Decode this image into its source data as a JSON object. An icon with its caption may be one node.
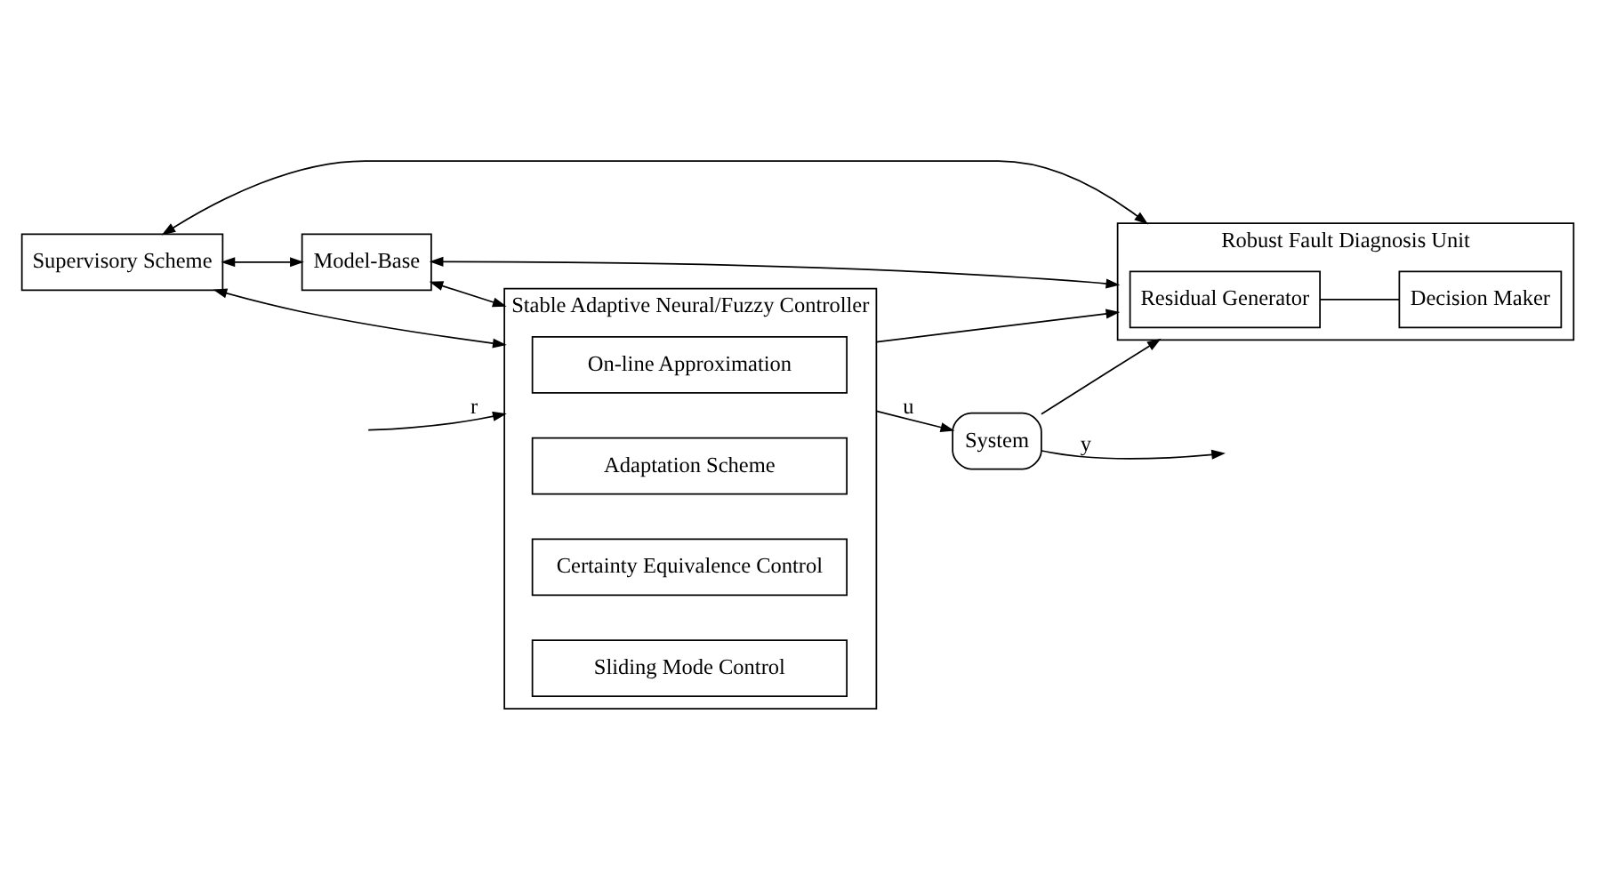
{
  "diagram": {
    "nodes": [
      {
        "text": [
          "Supervisory Scheme"
        ]
      },
      {
        "text": [
          "Model-Base"
        ]
      },
      {
        "text": [
          "Robust Fault Diagnosis Unit"
        ]
      },
      {
        "text": [
          "Residual Generator"
        ],
        "in": 2
      },
      {
        "text": [
          "Decision Maker"
        ],
        "in": 2
      },
      {
        "text": [
          "Stable Adaptive Neural/Fuzzy Controller"
        ]
      },
      {
        "text": [
          "On-line Approximation"
        ],
        "in": 5
      },
      {
        "text": [
          "Adaptation Scheme"
        ],
        "in": 5
      },
      {
        "text": [
          "Certainty Equivalence Control"
        ],
        "in": 5
      },
      {
        "text": [
          "Sliding Mode Control"
        ],
        "in": 5
      },
      {
        "text": [
          "System"
        ]
      }
    ],
    "edges": [
      {
        "from": 0,
        "to": 5,
        "arrow": "both"
      },
      {
        "from": 0,
        "to": 1,
        "arrow": "both"
      },
      {
        "from": 0,
        "to": 2,
        "arrow": "both"
      },
      {
        "from": 1,
        "to": 2,
        "arrow": "both"
      },
      {
        "from": 1,
        "to": 5,
        "arrow": "both"
      },
      {
        "from": 3,
        "to": 4,
        "arrow": "none"
      },
      {
        "from": null,
        "to": 5,
        "arrow": "to",
        "label": "r"
      },
      {
        "from": 5,
        "to": 10,
        "arrow": "to",
        "label": "u"
      },
      {
        "from": 5,
        "to": 2,
        "arrow": "to"
      },
      {
        "from": 10,
        "to": null,
        "arrow": "to",
        "label": "y"
      },
      {
        "from": 10,
        "to": 2,
        "arrow": "to"
      }
    ]
  }
}
